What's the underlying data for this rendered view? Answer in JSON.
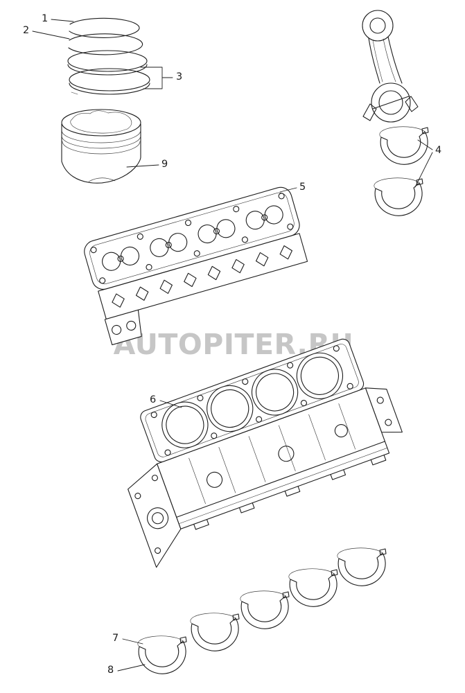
{
  "diagram": {
    "watermark": "AUTOPITER.RU",
    "callouts": {
      "c1": "1",
      "c2": "2",
      "c3": "3",
      "c4": "4",
      "c5": "5",
      "c6": "6",
      "c7": "7",
      "c8": "8",
      "c9": "9"
    },
    "colors": {
      "line": "#1c1c1c",
      "watermark": "#c6c6c6",
      "background": "#ffffff"
    }
  }
}
